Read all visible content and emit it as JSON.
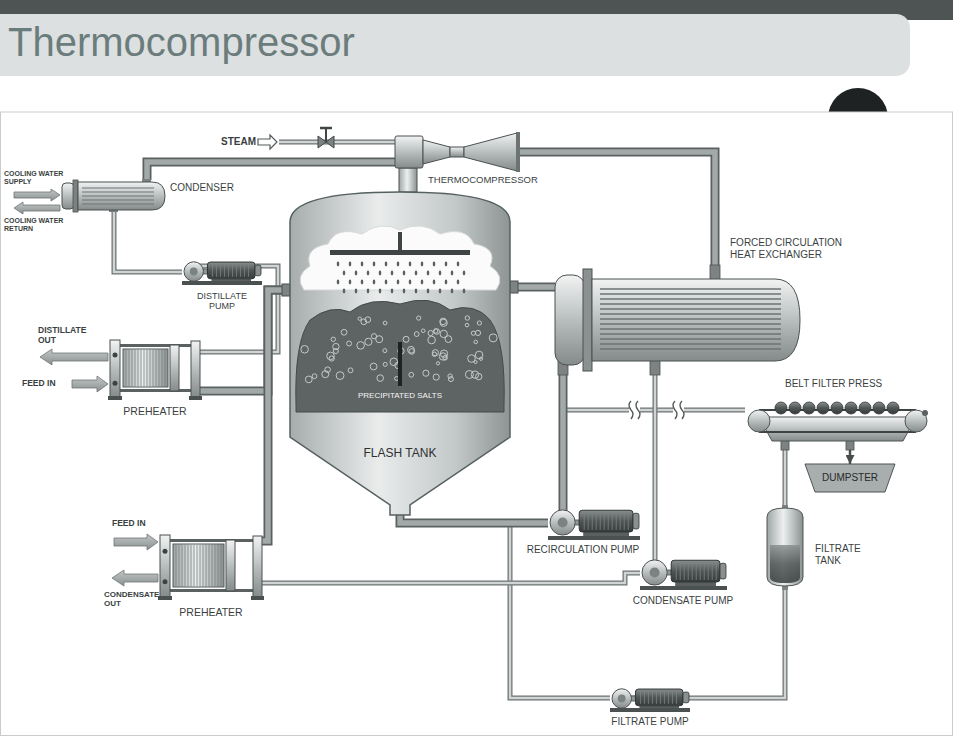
{
  "diagram": {
    "title": "Thermocompressor",
    "nodes": [
      {
        "text": [
          "THERMOCOMPRESSOR"
        ]
      },
      {
        "text": [
          "CONDENSER"
        ]
      },
      {
        "text": [
          "DISTILLATE PUMP"
        ]
      },
      {
        "text": [
          "PREHEATER"
        ]
      },
      {
        "text": [
          "PRECIPITATED SALTS",
          "FLASH TANK"
        ]
      },
      {
        "text": [
          "FORCED CIRCULATION HEAT EXCHANGER"
        ]
      },
      {
        "text": [
          "PREHEATER"
        ]
      },
      {
        "text": [
          "RECIRCULATION PUMP"
        ]
      },
      {
        "text": [
          "BELT FILTER PRESS"
        ]
      },
      {
        "text": [
          "DUMPSTER"
        ]
      },
      {
        "text": [
          "CONDENSATE PUMP"
        ]
      },
      {
        "text": [
          "FILTRATE TANK"
        ]
      },
      {
        "text": [
          "FILTRATE PUMP"
        ]
      }
    ],
    "edges": [
      {
        "from": 0,
        "to": 1,
        "arrow": "none"
      },
      {
        "from": 0,
        "to": 5,
        "arrow": "none"
      },
      {
        "from": 1,
        "to": 2,
        "arrow": "none"
      },
      {
        "from": 2,
        "to": 3,
        "arrow": "none"
      },
      {
        "from": 3,
        "to": 4,
        "arrow": "none"
      },
      {
        "from": 6,
        "to": 4,
        "arrow": "none"
      },
      {
        "from": 12,
        "to": 4,
        "arrow": "none"
      },
      {
        "from": 4,
        "to": 7,
        "arrow": "none"
      },
      {
        "from": 7,
        "to": 8,
        "arrow": "none"
      },
      {
        "from": 7,
        "to": 5,
        "arrow": "none"
      },
      {
        "from": 5,
        "to": 4,
        "arrow": "none"
      },
      {
        "from": 5,
        "to": 10,
        "arrow": "none"
      },
      {
        "from": 10,
        "to": 6,
        "arrow": "none"
      },
      {
        "from": 8,
        "to": 11,
        "arrow": "none"
      },
      {
        "from": 11,
        "to": 12,
        "arrow": "none"
      },
      {
        "from": 8,
        "to": 9,
        "arrow": "to"
      }
    ],
    "labels": [
      "STEAM",
      "COOLING WATER SUPPLY",
      "COOLING WATER RETURN",
      "DISTILLATE OUT",
      "FEED IN",
      "FEED IN",
      "CONDENSATE OUT"
    ]
  }
}
